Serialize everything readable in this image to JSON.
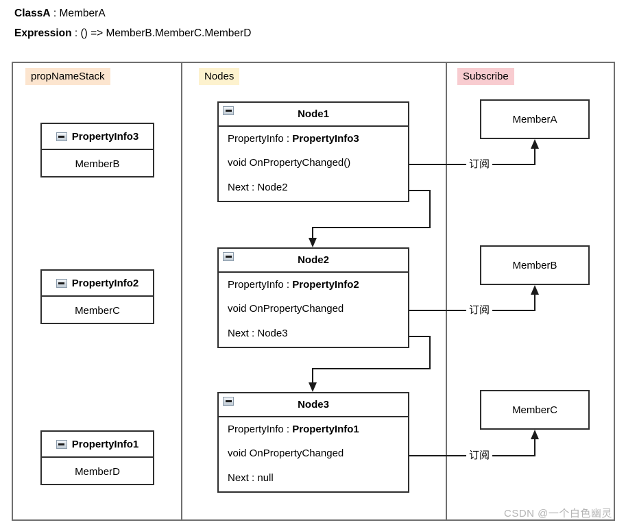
{
  "header": {
    "line1_label": "ClassA",
    "line1_value": " : MemberA",
    "line2_label": "Expression",
    "line2_value": " : () => MemberB.MemberC.MemberD"
  },
  "columns": {
    "left_title": "propNameStack",
    "mid_title": "Nodes",
    "right_title": "Subscribe"
  },
  "colors": {
    "left_header_bg": "#fce5cf",
    "mid_header_bg": "#fdf2ce",
    "right_header_bg": "#f8ccd0",
    "frame_border": "#6f6f6f",
    "box_border": "#2f2f2f",
    "connector": "#1a1a1a",
    "watermark_color": "#b5b5b5"
  },
  "sep": " : ",
  "stack_items": [
    {
      "title": "PropertyInfo3",
      "member": "MemberB"
    },
    {
      "title": "PropertyInfo2",
      "member": "MemberC"
    },
    {
      "title": "PropertyInfo1",
      "member": "MemberD"
    }
  ],
  "nodes": [
    {
      "title": "Node1",
      "pi_label": "PropertyInfo",
      "pi_value": "PropertyInfo3",
      "method": "void OnPropertyChanged()",
      "next_label": "Next",
      "next_value": "Node2"
    },
    {
      "title": "Node2",
      "pi_label": "PropertyInfo",
      "pi_value": "PropertyInfo2",
      "method": "void OnPropertyChanged",
      "next_label": "Next",
      "next_value": "Node3"
    },
    {
      "title": "Node3",
      "pi_label": "PropertyInfo",
      "pi_value": "PropertyInfo1",
      "method": "void OnPropertyChanged",
      "next_label": "Next",
      "next_value": "null"
    }
  ],
  "members": [
    {
      "name": "MemberA"
    },
    {
      "name": "MemberB"
    },
    {
      "name": "MemberC"
    }
  ],
  "subscribe_edge_label": "订阅",
  "icons": {
    "collapse": "minus-collapse-icon"
  },
  "watermark": "CSDN @一个白色幽灵"
}
